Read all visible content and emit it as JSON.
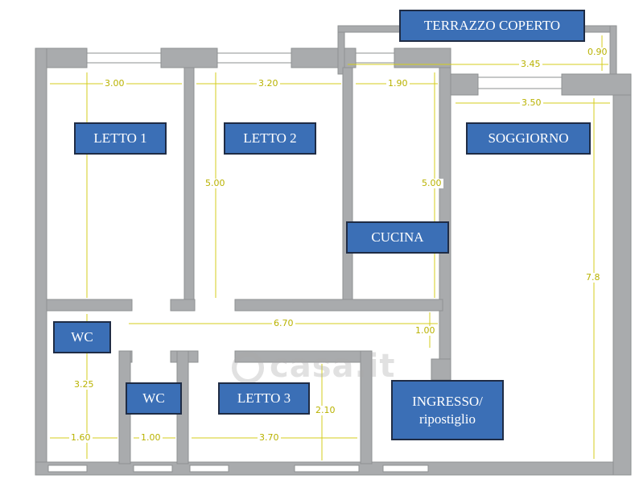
{
  "rooms": {
    "terrazzo": "TERRAZZO COPERTO",
    "letto1": "LETTO 1",
    "letto2": "LETTO 2",
    "soggiorno": "SOGGIORNO",
    "cucina": "CUCINA",
    "wc1": "WC",
    "wc2": "WC",
    "letto3": "LETTO 3",
    "ingresso": "INGRESSO/",
    "ripostiglio": "ripostiglio"
  },
  "dimensions": {
    "letto1_width": "3.00",
    "letto2_width": "3.20",
    "cucina_width": "1.90",
    "terrazzo_width": "3.45",
    "terrazzo_depth": "0.90",
    "soggiorno_width": "3.50",
    "letto2_depth": "5.00",
    "cucina_depth": "5.00",
    "soggiorno_depth": "7.8",
    "corridor_length": "6.70",
    "corridor_width": "1.00",
    "wc1_depth": "3.25",
    "letto3_depth": "2.10",
    "wc1_width": "1.60",
    "wc2_width": "1.00",
    "letto3_width": "3.70"
  },
  "watermark": "casa.it",
  "colors": {
    "wall": "#a9abad",
    "label_bg": "#3b6fb6",
    "label_border": "#1f2c45",
    "dimension": "#d4ce1c"
  }
}
